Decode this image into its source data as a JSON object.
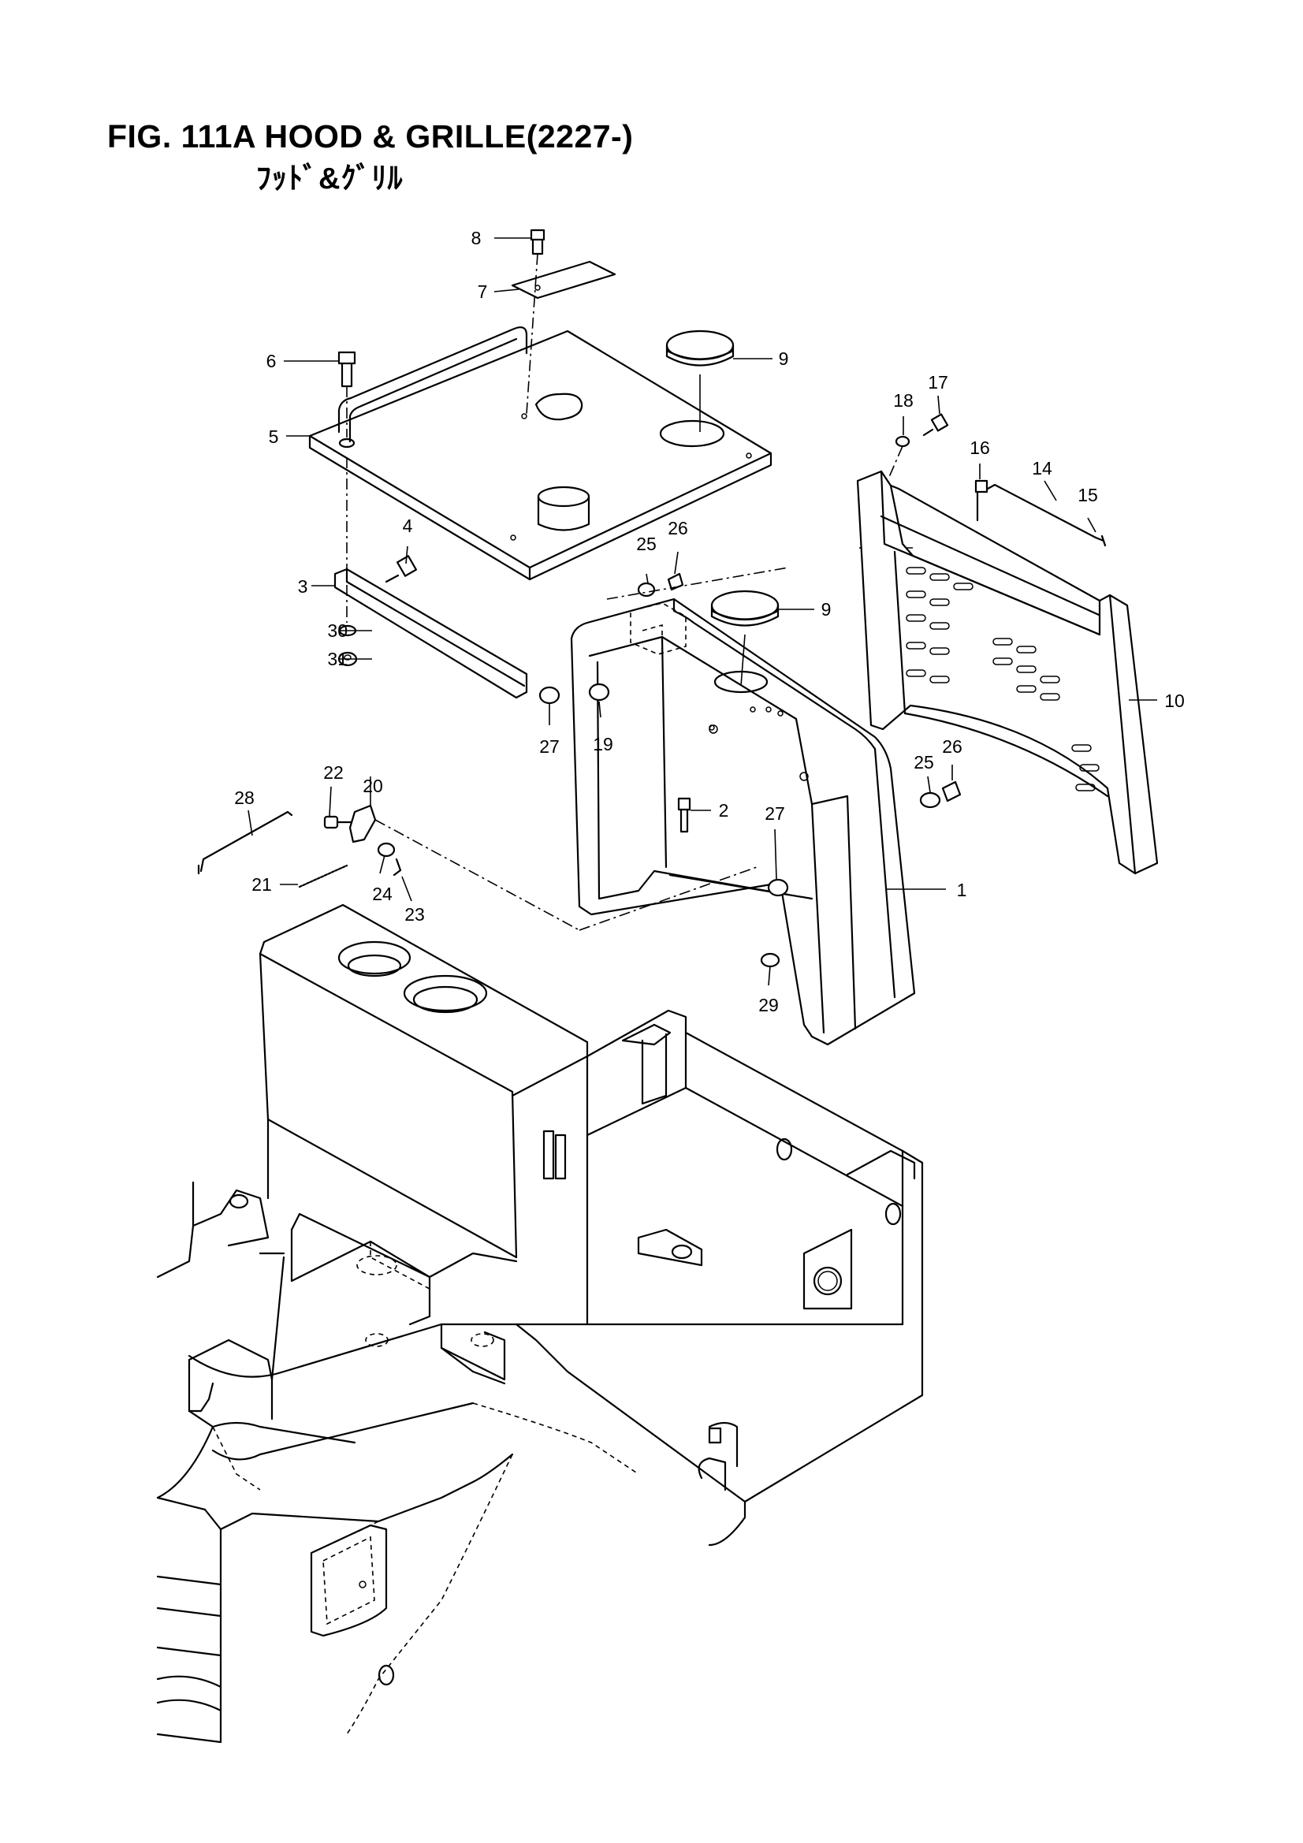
{
  "figure": {
    "title": "FIG. 111A HOOD & GRILLE(2227-)",
    "subtitle": "ﾌｯﾄﾞ&ｸﾞﾘﾙ"
  },
  "callouts": [
    "1",
    "2",
    "3",
    "4",
    "5",
    "6",
    "7",
    "8",
    "9",
    "9",
    "10",
    "14",
    "15",
    "16",
    "17",
    "18",
    "19",
    "20",
    "21",
    "22",
    "23",
    "24",
    "25",
    "25",
    "26",
    "26",
    "27",
    "27",
    "28",
    "29",
    "30",
    "31"
  ]
}
